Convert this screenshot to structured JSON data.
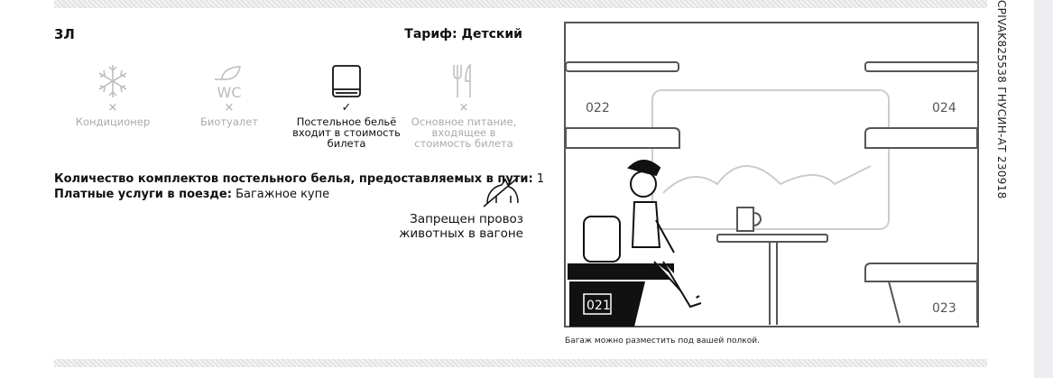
{
  "car": {
    "class": "3Л",
    "tariff": "Тариф: Детский"
  },
  "amenities": [
    {
      "icon": "snowflake-icon",
      "mark": "×",
      "label": "Кондиционер",
      "available": false
    },
    {
      "icon": "eco-wc-icon",
      "icon_text": "WC",
      "mark": "×",
      "label": "Биотуалет",
      "available": false
    },
    {
      "icon": "bedding-icon",
      "mark": "✓",
      "label": "Постельное бельё входит в стоимость билета",
      "available": true
    },
    {
      "icon": "cutlery-icon",
      "mark": "×",
      "label": "Основное питание, входящее в стоимость билета",
      "available": false
    }
  ],
  "info": {
    "bedding_label": "Количество комплектов постельного белья, предоставляемых в пути:",
    "bedding_value": "1",
    "paid_label": "Платные услуги в поезде:",
    "paid_value": "Багажное купе"
  },
  "pets": {
    "icon": "no-pets-icon",
    "text": "Запрещен провоз животных в вагоне"
  },
  "scene": {
    "seats": [
      "022",
      "024",
      "021",
      "023"
    ],
    "caption": "Багаж можно разместить под вашей полкой."
  },
  "ticket_code": "СРIVAK825538 ГНУСИН-АТ 230918"
}
